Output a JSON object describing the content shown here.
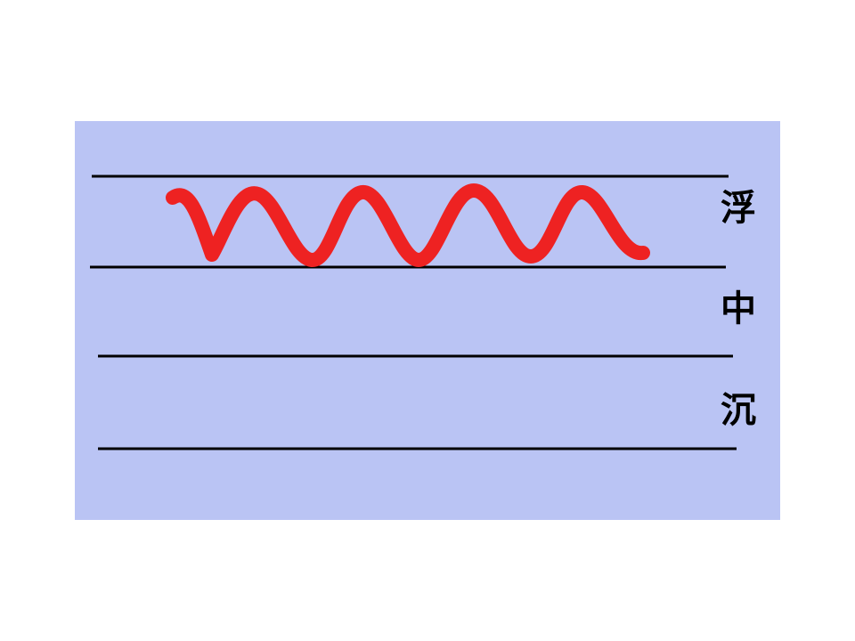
{
  "colors": {
    "background": "#ffffff",
    "panel": "#bac4f4",
    "guide_line": "#000000",
    "wave": "#ee2222"
  },
  "levels": [
    {
      "label": "浮"
    },
    {
      "label": "中"
    },
    {
      "label": "沉"
    }
  ],
  "pulse_wave": {
    "level": "浮",
    "peak_count": 5
  }
}
